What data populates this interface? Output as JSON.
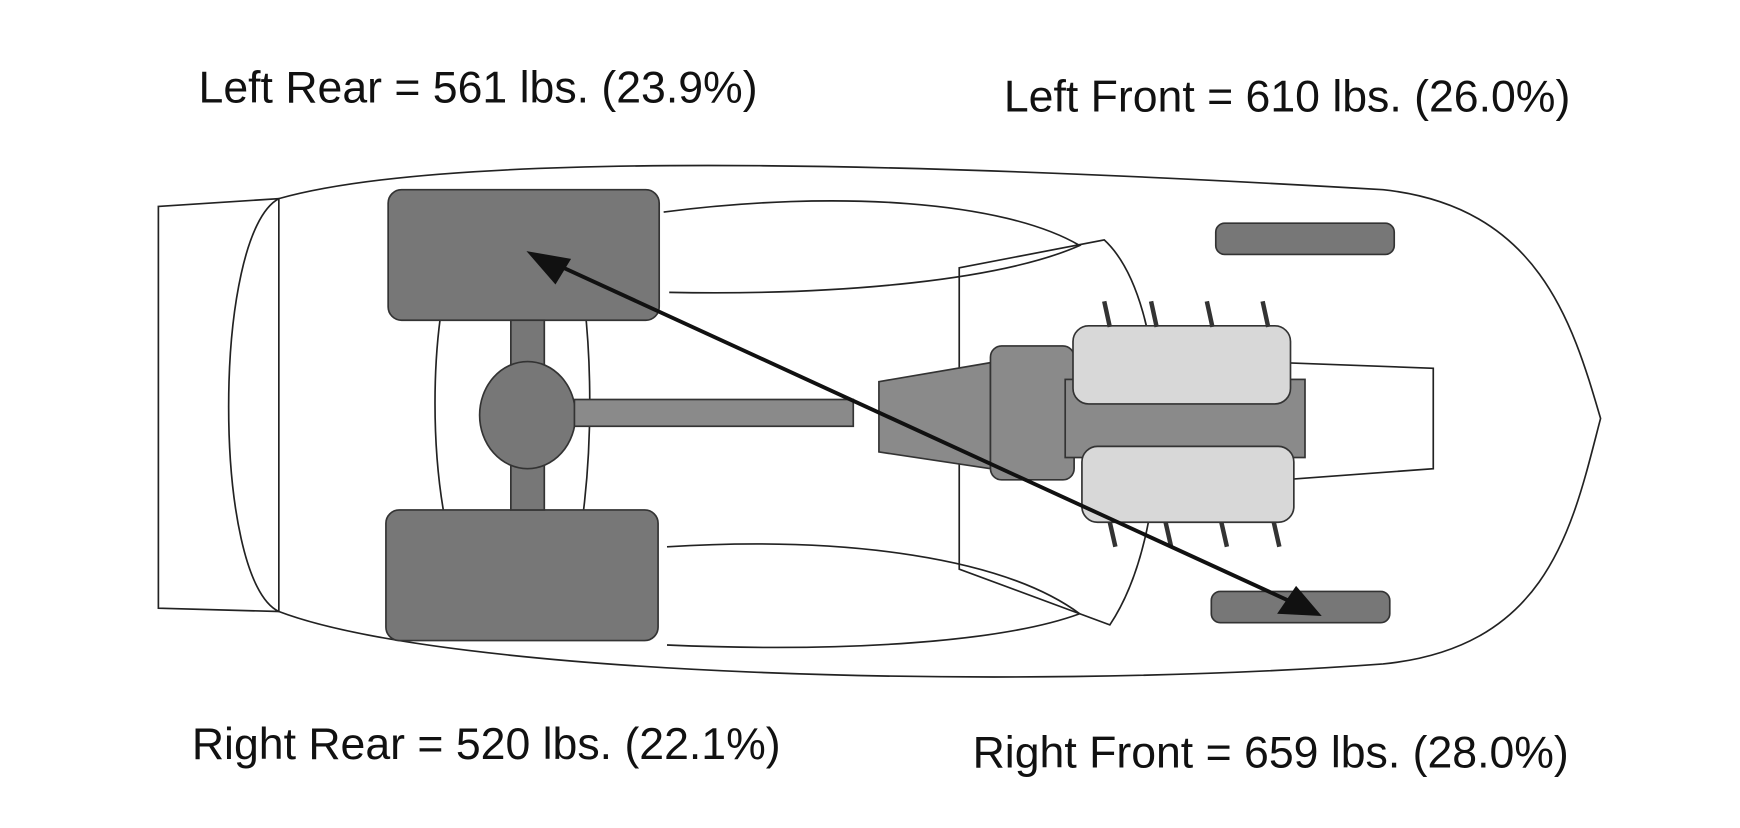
{
  "title": "Corner weight distribution",
  "labels": {
    "left_rear": "Left Rear = 561 lbs. (23.9%)",
    "left_front": "Left Front = 610 lbs. (26.0%)",
    "right_rear": "Right Rear = 520 lbs. (22.1%)",
    "right_front": "Right Front = 659 lbs. (28.0%)"
  },
  "corners": [
    {
      "corner": "Left Rear",
      "weight_lbs": 561,
      "percent": 23.9
    },
    {
      "corner": "Left Front",
      "weight_lbs": 610,
      "percent": 26.0
    },
    {
      "corner": "Right Rear",
      "weight_lbs": 520,
      "percent": 22.1
    },
    {
      "corner": "Right Front",
      "weight_lbs": 659,
      "percent": 28.0
    }
  ],
  "colors": {
    "tire": "#777777",
    "engine": "#d8d8d8",
    "line": "#111111"
  }
}
